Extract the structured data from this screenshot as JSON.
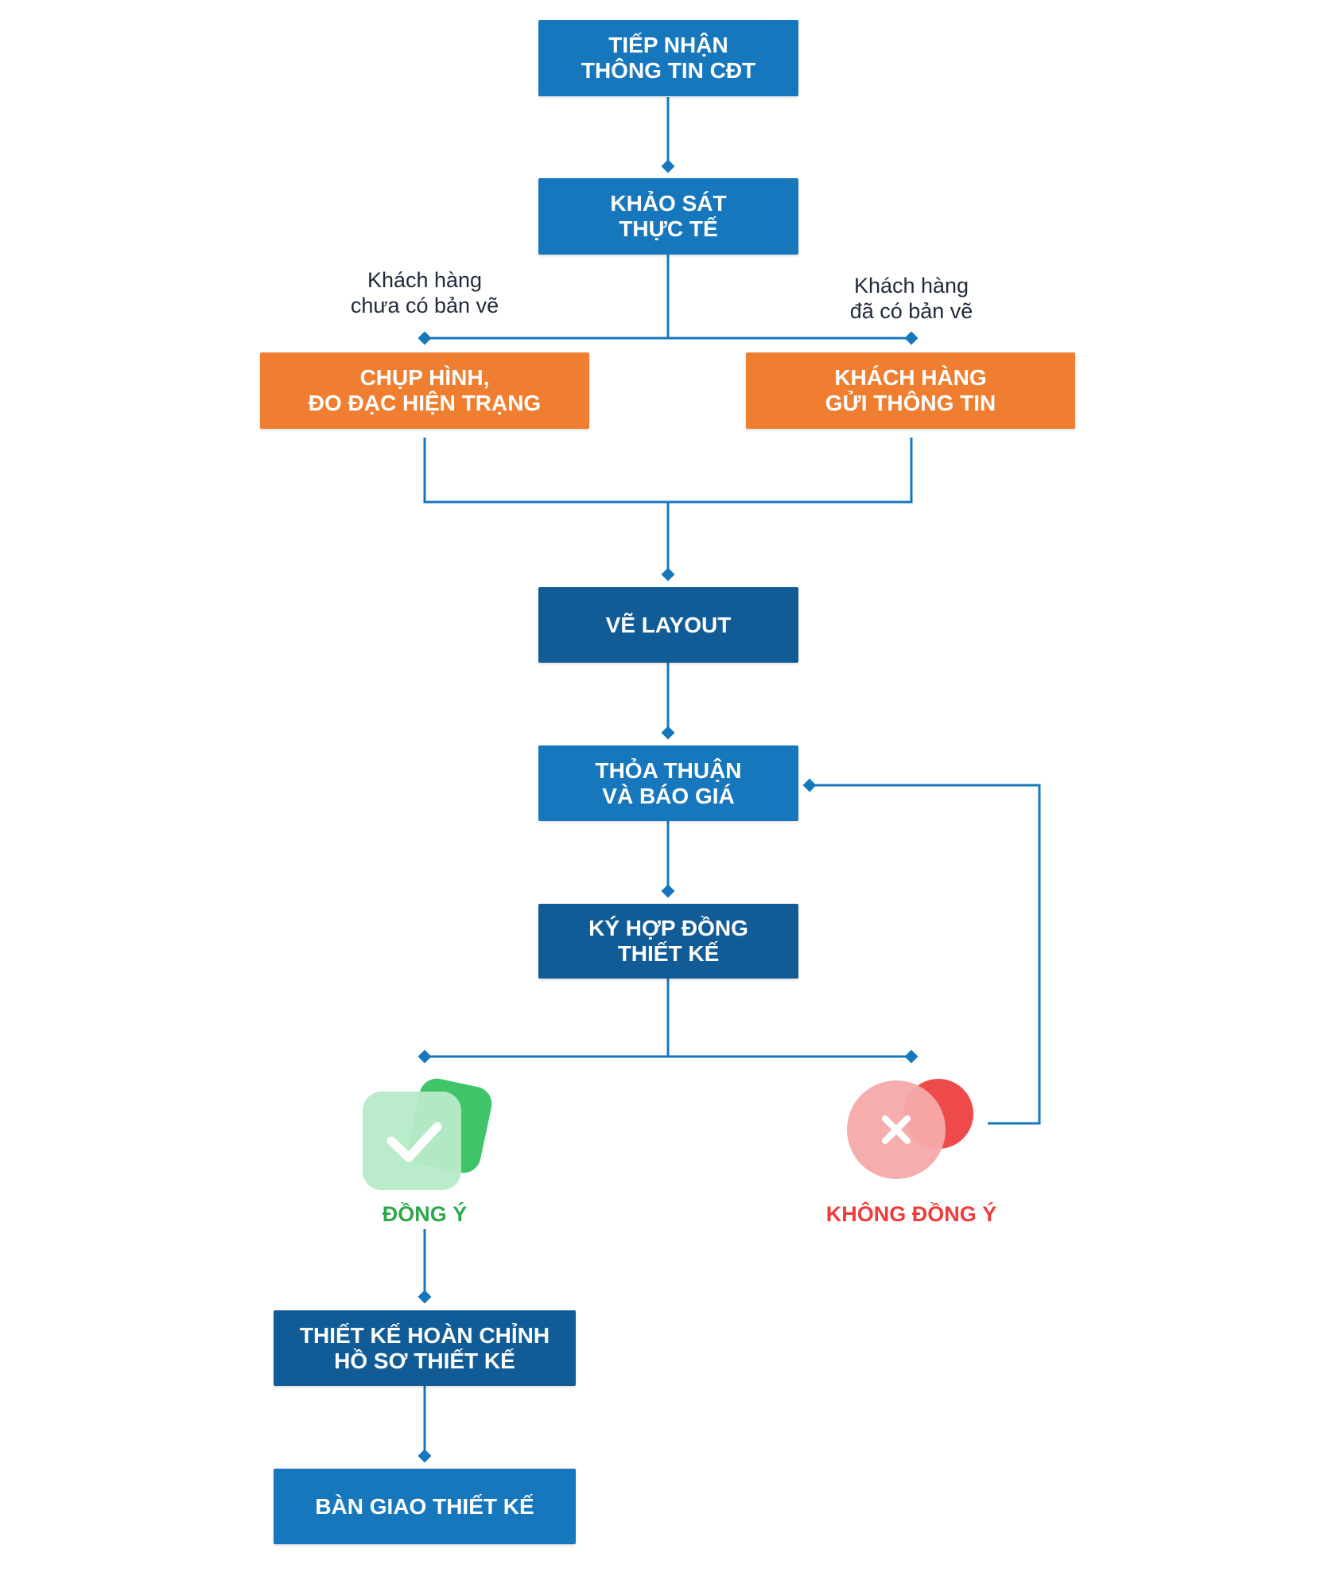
{
  "steps": {
    "receive_info": "TIẾP NHẬN\nTHÔNG TIN CĐT",
    "site_survey": "KHẢO SÁT\nTHỰC TẾ",
    "photo_measure": "CHỤP HÌNH,\nĐO ĐẠC HIỆN TRẠNG",
    "client_sends_info": "KHÁCH HÀNG\nGỬI THÔNG TIN",
    "draw_layout": "VẼ LAYOUT",
    "agree_quote": "THỎA THUẬN\nVÀ BÁO GIÁ",
    "sign_contract": "KÝ HỢP ĐỒNG\nTHIẾT KẾ",
    "complete_design": "THIẾT KẾ HOÀN CHỈNH\nHỒ SƠ THIẾT KẾ",
    "handover": "BÀN GIAO THIẾT KẾ"
  },
  "branch_labels": {
    "no_drawing": "Khách hàng\nchưa có bản vẽ",
    "has_drawing": "Khách hàng\nđã có bản vẽ"
  },
  "outcomes": {
    "agree": "ĐỒNG Ý",
    "disagree": "KHÔNG ĐỒNG Ý"
  },
  "icons": {
    "agree": "check-icon",
    "disagree": "close-icon"
  },
  "colors": {
    "step_light": "#1777bd",
    "step_dark": "#115c96",
    "step_orange": "#f07e30",
    "connector": "#1777bd",
    "agree": "#2ea84a",
    "disagree": "#ef3b3b"
  }
}
